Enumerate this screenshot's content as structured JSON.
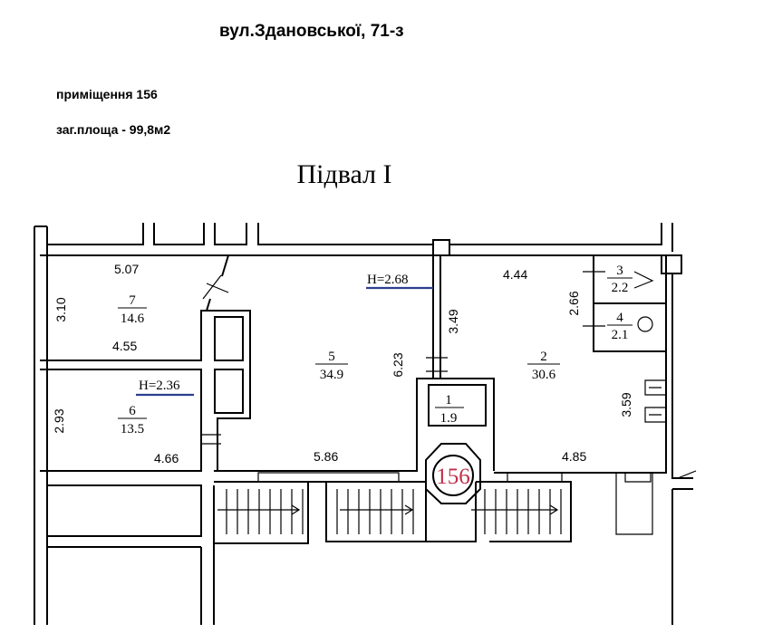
{
  "header": {
    "address": "вул.Здановської, 71-з",
    "premises": "приміщення 156",
    "total_area": "заг.площа - 99,8м2"
  },
  "plan": {
    "title": "Підвал I",
    "premises_mark": "156",
    "heights": {
      "main": "H=2.68",
      "room6": "H=2.36"
    },
    "rooms": [
      {
        "no": "7",
        "area": "14.6"
      },
      {
        "no": "6",
        "area": "13.5"
      },
      {
        "no": "5",
        "area": "34.9"
      },
      {
        "no": "1",
        "area": "1.9"
      },
      {
        "no": "2",
        "area": "30.6"
      },
      {
        "no": "3",
        "area": "2.2"
      },
      {
        "no": "4",
        "area": "2.1"
      }
    ],
    "dimensions": {
      "r7_top": "5.07",
      "r7_left": "3.10",
      "r7_bottom": "4.55",
      "r6_left": "2.93",
      "r6_bottom": "4.66",
      "r5_bottom": "5.86",
      "r5_right": "6.23",
      "corridor": "3.49",
      "r2_top": "4.44",
      "r2_right": "3.59",
      "r2_bottom": "4.85",
      "wc": "2.66"
    },
    "colors": {
      "underline": "#2a3f8f",
      "mark": "#c0304a"
    }
  }
}
